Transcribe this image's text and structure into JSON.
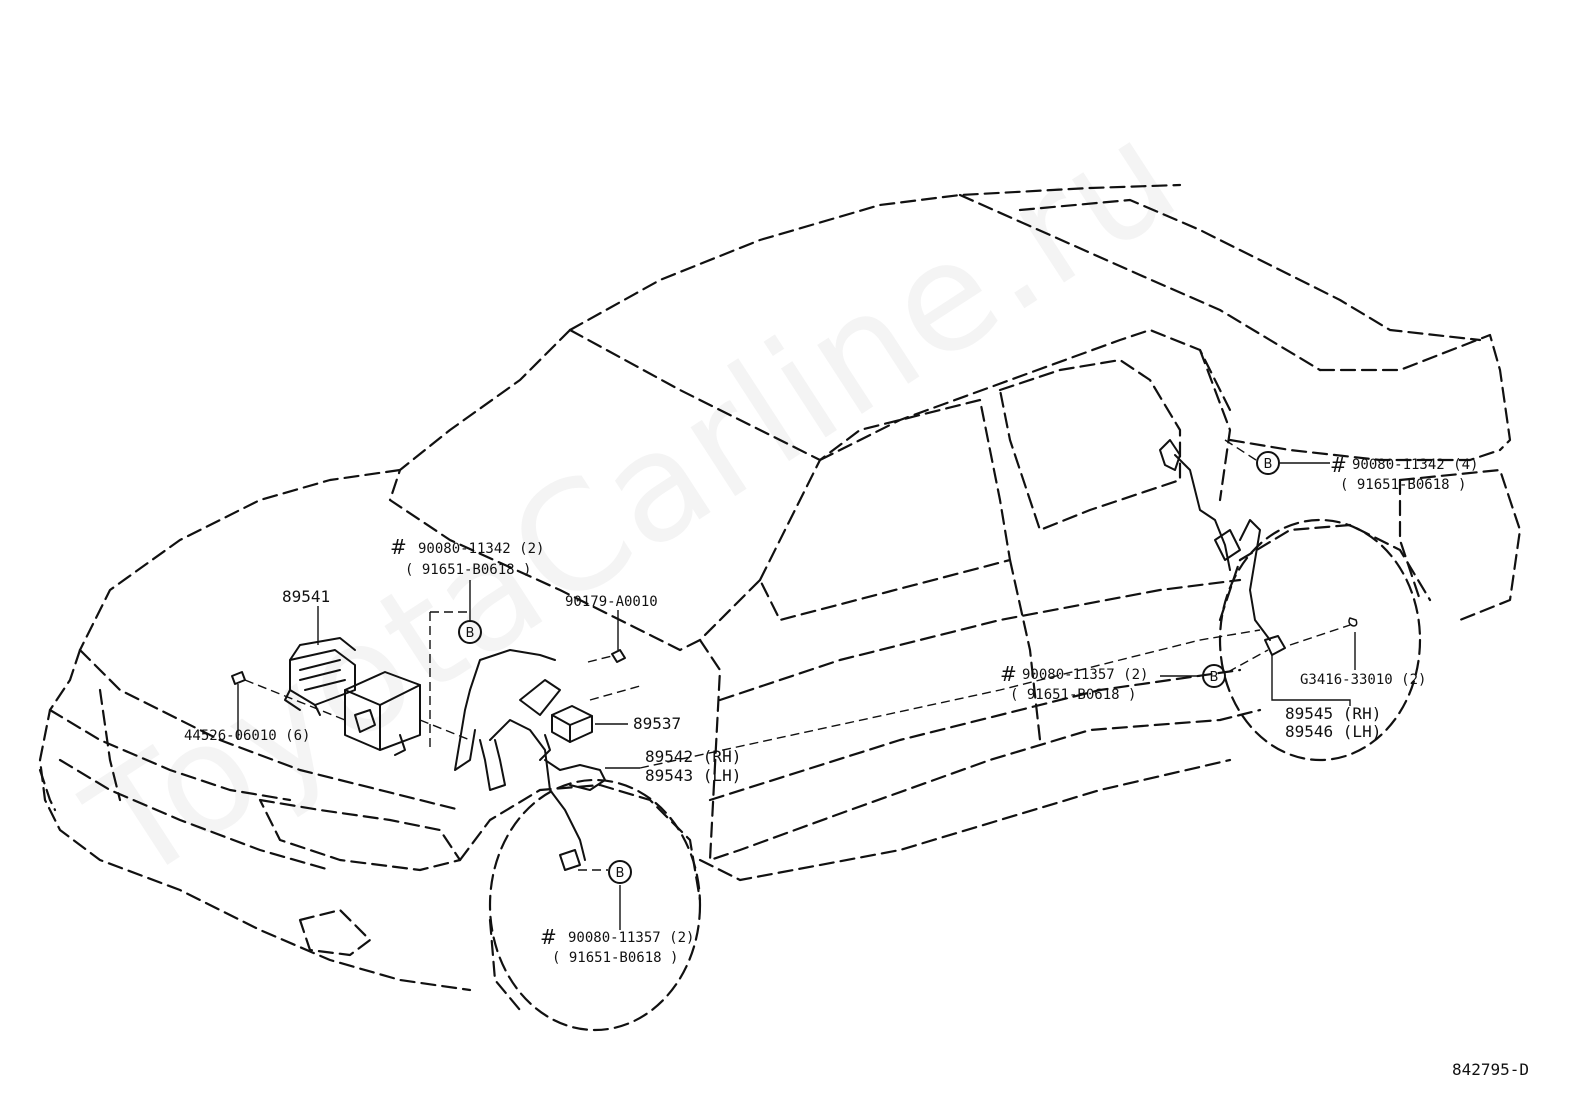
{
  "watermark": "ToyotaCarline.ru",
  "diagram_code": "842795-D",
  "markers": {
    "b_letter": "B",
    "hash": "#"
  },
  "parts": {
    "ecu": "89541",
    "plug": "44526-06010 (6)",
    "bolt_hood": "90080-11342 (2)",
    "bolt_hood_alt": "( 91651-B0618 )",
    "clip_nut": "90179-A0010",
    "sensor_yaw": "89537",
    "front_sensor_rh": "89542 (RH)",
    "front_sensor_lh": "89543 (LH)",
    "front_bolt": "90080-11357 (2)",
    "front_bolt_alt": "( 91651-B0618 )",
    "rear_bolt_top": "90080-11342 (4)",
    "rear_bolt_top_alt": "( 91651-B0618 )",
    "rear_bolt_mid": "90080-11357 (2)",
    "rear_bolt_mid_alt": "( 91651-B0618 )",
    "rear_grommet": "G3416-33010 (2)",
    "rear_sensor_rh": "89545 (RH)",
    "rear_sensor_lh": "89546 (LH)"
  }
}
